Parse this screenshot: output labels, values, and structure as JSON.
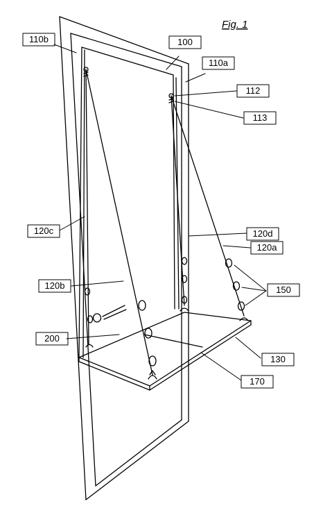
{
  "figure": {
    "title": "Fig. 1",
    "stroke_color": "#000000",
    "background": "#ffffff"
  },
  "labels": {
    "l100": "100",
    "l110a": "110a",
    "l110b": "110b",
    "l112": "112",
    "l113": "113",
    "l120a": "120a",
    "l120b": "120b",
    "l120c": "120c",
    "l120d": "120d",
    "l130": "130",
    "l150": "150",
    "l170": "170",
    "l200": "200"
  }
}
